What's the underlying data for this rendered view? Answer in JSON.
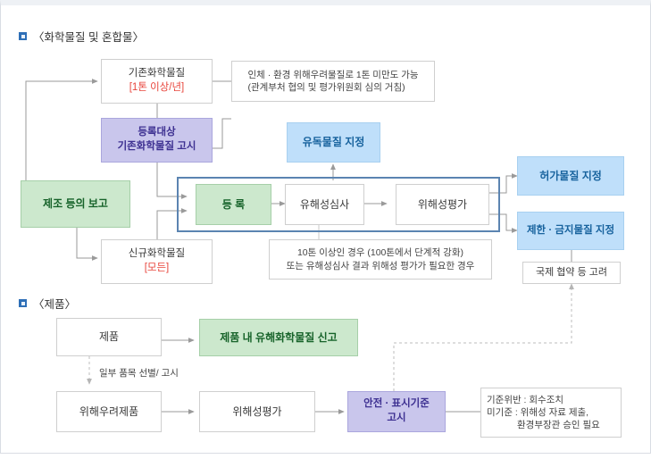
{
  "sections": {
    "chemicals": {
      "bullet_icon": "square-bullet-icon",
      "title": "〈화학물질 및 혼합물〉"
    },
    "products": {
      "bullet_icon": "square-bullet-icon",
      "title": "〈제품〉"
    }
  },
  "colors": {
    "green_fill": "#cce8cd",
    "green_text": "#17632a",
    "purple_fill": "#c9c6ec",
    "purple_text": "#3d3091",
    "blue_fill": "#bfdffa",
    "blue_text": "#18639e",
    "red_text": "#e8453c",
    "group_border": "#5b84b1",
    "plain_border": "#cfcfcf",
    "arrow": "#9a9a9a"
  },
  "chem": {
    "existing": {
      "line1": "기존화학물질",
      "line2": "[1톤 이상/년]"
    },
    "notice": {
      "line1": "등록대상",
      "line2": "기존화학물질 고시"
    },
    "report": {
      "label": "제조 등의 보고"
    },
    "newchem": {
      "line1": "신규화학물질",
      "line2": "[모든]"
    },
    "exempt_note": {
      "line1": "인체 · 환경 위해우려물질로 1톤 미만도 가능",
      "line2": "(관계부처 협의 및 평가위원회 심의 거침)"
    },
    "toxic": {
      "label": "유독물질 지정"
    },
    "register": {
      "label": "등 록"
    },
    "hazard_review": {
      "label": "유해성심사"
    },
    "risk_assessment": {
      "label": "위해성평가"
    },
    "threshold_note": {
      "line1": "10톤 이상인 경우 (100톤에서 단계적 강화)",
      "line2": "또는 유해성심사 결과 위해성 평가가 필요한 경우"
    },
    "permit": {
      "label": "허가물질 지정"
    },
    "restricted": {
      "label": "제한 · 금지물질 지정"
    },
    "treaty": {
      "label": "국제 협약 등 고려"
    }
  },
  "product": {
    "item": {
      "label": "제품"
    },
    "declare": {
      "label": "제품 내 유해화학물질 신고"
    },
    "select_note": {
      "label": "일부 품목 선별/ 고시"
    },
    "concern": {
      "label": "위해우려제품"
    },
    "risk_assessment": {
      "label": "위해성평가"
    },
    "standard": {
      "line1": "안전 · 표시기준",
      "line2": "고시"
    },
    "violation_note": {
      "line1": "기준위반 : 회수조치",
      "line2": "미기준 : 위해성 자료 제출,",
      "line3": "환경부장관 승인 필요"
    }
  }
}
